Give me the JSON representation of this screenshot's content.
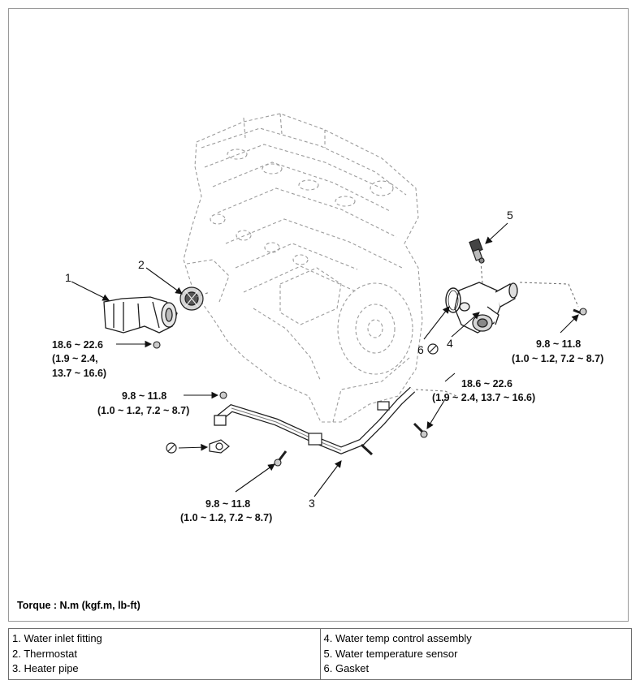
{
  "diagram": {
    "callouts": [
      "1",
      "2",
      "3",
      "4",
      "5",
      "6"
    ],
    "torque_labels": [
      {
        "line1": "18.6 ~ 22.6",
        "line2": "(1.9 ~ 2.4,",
        "line3": "13.7 ~ 16.6)"
      },
      {
        "line1": "9.8 ~ 11.8",
        "line2": "(1.0 ~ 1.2, 7.2 ~ 8.7)"
      },
      {
        "line1": "9.8 ~ 11.8",
        "line2": "(1.0 ~ 1.2, 7.2 ~ 8.7)"
      },
      {
        "line1": "18.6 ~ 22.6",
        "line2": "(1.9 ~ 2.4, 13.7 ~ 16.6)"
      },
      {
        "line1": "9.8 ~ 11.8",
        "line2": "(1.0 ~ 1.2, 7.2 ~ 8.7)"
      }
    ],
    "torque_note": "Torque : N.m (kgf.m, lb-ft)"
  },
  "legend": {
    "left": [
      "1. Water inlet fitting",
      "2. Thermostat",
      "3. Heater pipe"
    ],
    "right": [
      "4. Water temp control assembly",
      "5. Water temperature sensor",
      "6. Gasket"
    ]
  }
}
